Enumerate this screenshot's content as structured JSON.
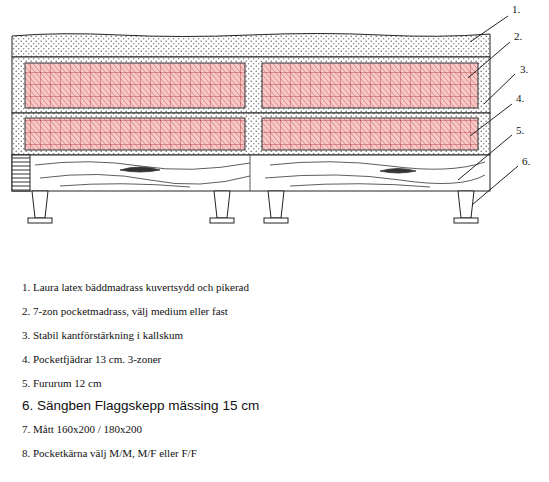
{
  "diagram": {
    "labels": [
      "1.",
      "2.",
      "3.",
      "4.",
      "5.",
      "6.",
      "1. Laura latex bäddmadrass kuvertsydd och pikerad",
      "2. 7-zon pocketmadrass, välj medium eller fast",
      "3. Stabil kantförstärkning i kallskum",
      "4. Pocketfjädrar 13 cm. 3-zoner",
      "5. Fururum 12 cm",
      "6. Sängben Flaggskepp mässing 15 cm",
      "7. Mått 160x200 / 180x200",
      "8. Pocketkärna välj M/M, M/F eller F/F"
    ]
  }
}
